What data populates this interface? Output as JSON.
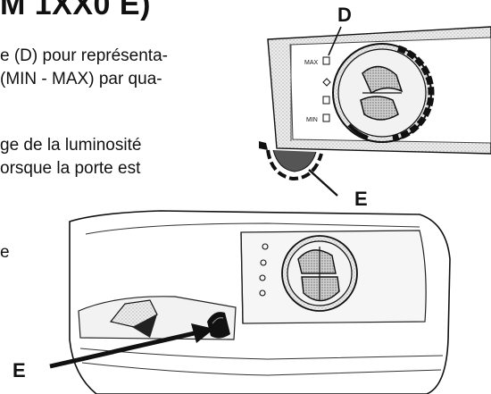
{
  "heading": {
    "text": "M 1XX0 E)"
  },
  "paragraphs": [
    {
      "lines": [
        "e (D) pour représenta-",
        "(MIN - MAX) par qua-"
      ]
    },
    {
      "lines": [
        "ge de la luminosité",
        "orsque la porte est"
      ]
    },
    {
      "lines": [
        "e"
      ]
    }
  ],
  "callouts": {
    "d": "D",
    "e_top": "E",
    "e_bottom": "E"
  },
  "control_panel": {
    "max_label": "MAX",
    "min_label": "MIN"
  },
  "colors": {
    "ink": "#111111",
    "paper": "#ffffff",
    "panel_shade": "#e6e6e6"
  }
}
